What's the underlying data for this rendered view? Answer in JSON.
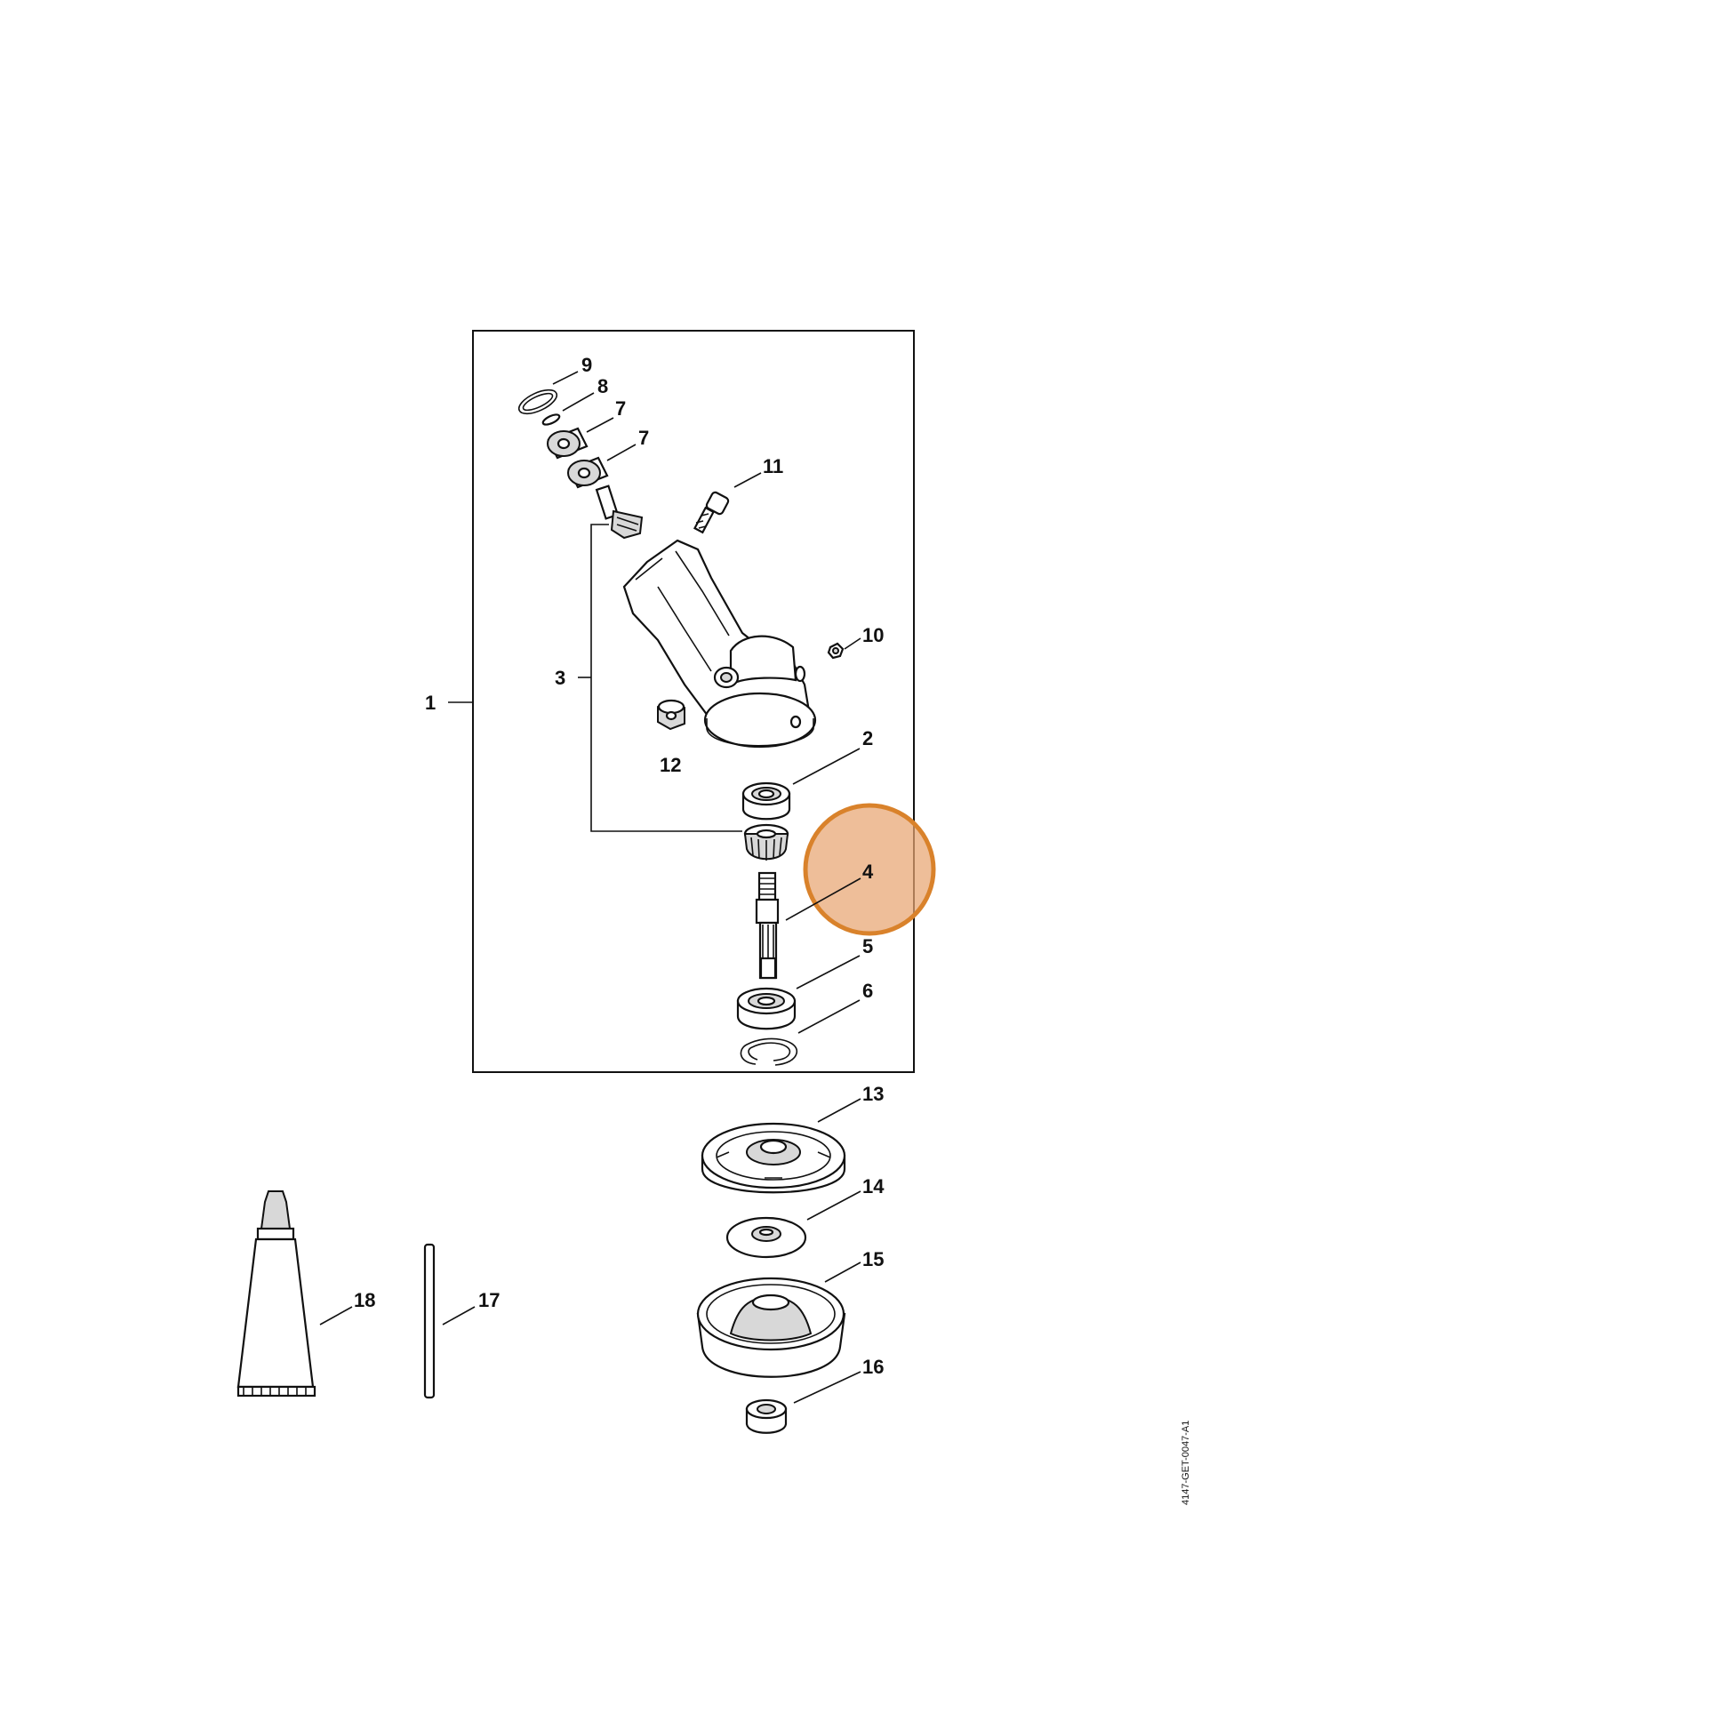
{
  "diagram": {
    "drawing_ref": "4147-GET-0047-A1",
    "highlight": {
      "label": "4",
      "color": "#e8a572",
      "border_color": "#d9822b"
    },
    "labels": {
      "p1": "1",
      "p2": "2",
      "p3": "3",
      "p4": "4",
      "p5": "5",
      "p6": "6",
      "p7a": "7",
      "p7b": "7",
      "p8": "8",
      "p9": "9",
      "p10": "10",
      "p11": "11",
      "p12": "12",
      "p13": "13",
      "p14": "14",
      "p15": "15",
      "p16": "16",
      "p17": "17",
      "p18": "18"
    }
  }
}
